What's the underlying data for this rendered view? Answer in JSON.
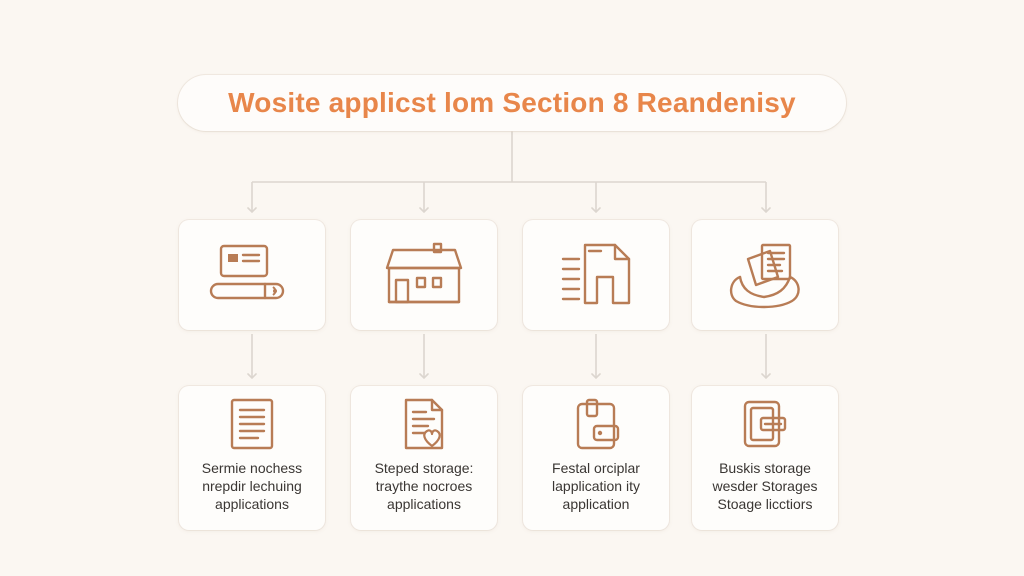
{
  "diagram": {
    "title": "Wosite applicst lom Section 8 Reandenisy",
    "colors": {
      "background": "#fbf7f2",
      "title": "#e8864a",
      "icon_stroke": "#b87c55",
      "connector": "#dcd6cf",
      "label_text": "#3a3633"
    },
    "top_row": [
      {
        "icon": "id-card-icon"
      },
      {
        "icon": "house-icon"
      },
      {
        "icon": "document-list-icon"
      },
      {
        "icon": "papers-bag-icon"
      }
    ],
    "bottom_row": [
      {
        "icon": "document-icon",
        "label_lines": [
          "Sermie nochess",
          "nrepdir lechuing",
          "applications"
        ]
      },
      {
        "icon": "document-heart-icon",
        "label_lines": [
          "Steped storage:",
          "traythe nocroes",
          "applications"
        ]
      },
      {
        "icon": "clipboard-icon",
        "label_lines": [
          "Festal orciplar",
          "lapplication ity",
          "application"
        ]
      },
      {
        "icon": "storage-drive-icon",
        "label_lines": [
          "Buskis storage",
          "wesder Storages",
          "Stoage licctiors"
        ]
      }
    ]
  }
}
